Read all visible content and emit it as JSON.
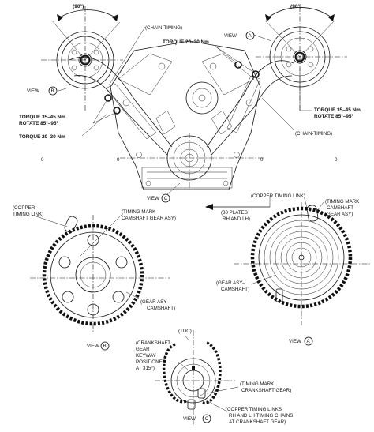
{
  "callouts": {
    "angle_left": "(90°)",
    "angle_right": "(90°)",
    "chain_timing_top": "(CHAIN-TIMING)",
    "torque_2030_top": "TORQUE 20–30 Nm",
    "view_a_top": "VIEW",
    "view_b_left": "VIEW",
    "torque_left_1": "TORQUE 35–45 Nm",
    "torque_left_2": "ROTATE 85°–95°",
    "torque_left_3": "TORQUE 20–30 Nm",
    "torque_right_1": "TORQUE 35–45 Nm",
    "torque_right_2": "ROTATE 85°–95°",
    "chain_timing_right": "(CHAIN-TIMING)",
    "zero_left": "0",
    "zero_right": "0",
    "zero_mid_left": "0",
    "zero_mid_right": "0",
    "view_c_mid": "VIEW",
    "copper_link_right": "(COPPER TIMING LINK)",
    "copper_link_left_1": "(COPPER",
    "copper_link_left_2": "TIMING LINK)",
    "mark_cam_left_1": "(TIMING MARK",
    "mark_cam_left_2": "CAMSHAFT GEAR ASY)",
    "plates_1": "(30 PLATES",
    "plates_2": "RH AND LH)",
    "mark_cam_right_1": "(TIMING MARK",
    "mark_cam_right_2": "CAMSHAFT",
    "mark_cam_right_3": "GEAR ASY)",
    "gear_asy_right_1": "(GEAR ASY–",
    "gear_asy_right_2": "CAMSHAFT)",
    "gear_asy_left_1": "(GEAR ASY–",
    "gear_asy_left_2": "CAMSHAFT)",
    "view_b_bottom": "VIEW",
    "view_a_bottom": "VIEW",
    "tdc": "(TDC)",
    "crank_1": "(CRANKSHAFT",
    "crank_2": "GEAR",
    "crank_3": "KEYWAY",
    "crank_4": "POSITIONED",
    "crank_5": "AT 315°)",
    "mark_crank_1": "(TIMING MARK",
    "mark_crank_2": "CRANKSHAFT GEAR)",
    "view_c_bottom": "VIEW",
    "copper_links_1": "(COPPER TIMING LINKS",
    "copper_links_2": "RH AND LH TIMING CHAINS",
    "copper_links_3": "AT CRANKSHAFT GEAR)"
  },
  "view_letters": {
    "a_top": "A",
    "b_left": "B",
    "c_mid": "C",
    "b_bottom": "B",
    "a_bottom": "A",
    "c_bottom": "C"
  }
}
